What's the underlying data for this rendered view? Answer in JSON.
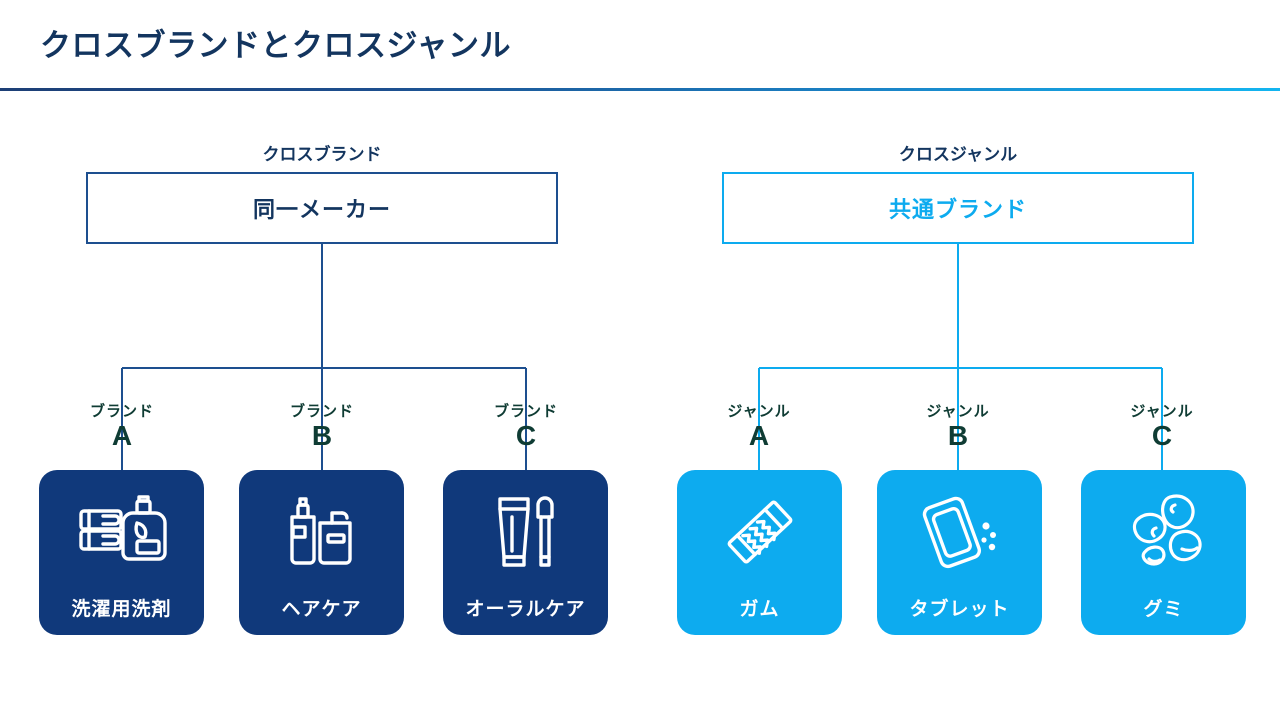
{
  "header": {
    "title": "クロスブランドとクロスジャンル"
  },
  "colors": {
    "navy": "#10397B",
    "navy_border": "#1d4f8f",
    "title_navy": "#13355f",
    "cyan": "#0DABEF",
    "label_dark": "#0f3c34",
    "white": "#ffffff",
    "background": "#ffffff"
  },
  "groups": [
    {
      "caption": "クロスブランド",
      "head_label": "同一メーカー",
      "branch_kind": "ブランド",
      "branches": [
        {
          "letter": "A",
          "card_label": "洗濯用洗剤",
          "icon": "laundry-detergent-icon"
        },
        {
          "letter": "B",
          "card_label": "ヘアケア",
          "icon": "hair-care-bottles-icon"
        },
        {
          "letter": "C",
          "card_label": "オーラルケア",
          "icon": "toothpaste-toothbrush-icon"
        }
      ]
    },
    {
      "caption": "クロスジャンル",
      "head_label": "共通ブランド",
      "branch_kind": "ジャンル",
      "branches": [
        {
          "letter": "A",
          "card_label": "ガム",
          "icon": "gum-stick-icon"
        },
        {
          "letter": "B",
          "card_label": "タブレット",
          "icon": "tablet-case-icon"
        },
        {
          "letter": "C",
          "card_label": "グミ",
          "icon": "gummy-candies-icon"
        }
      ]
    }
  ]
}
